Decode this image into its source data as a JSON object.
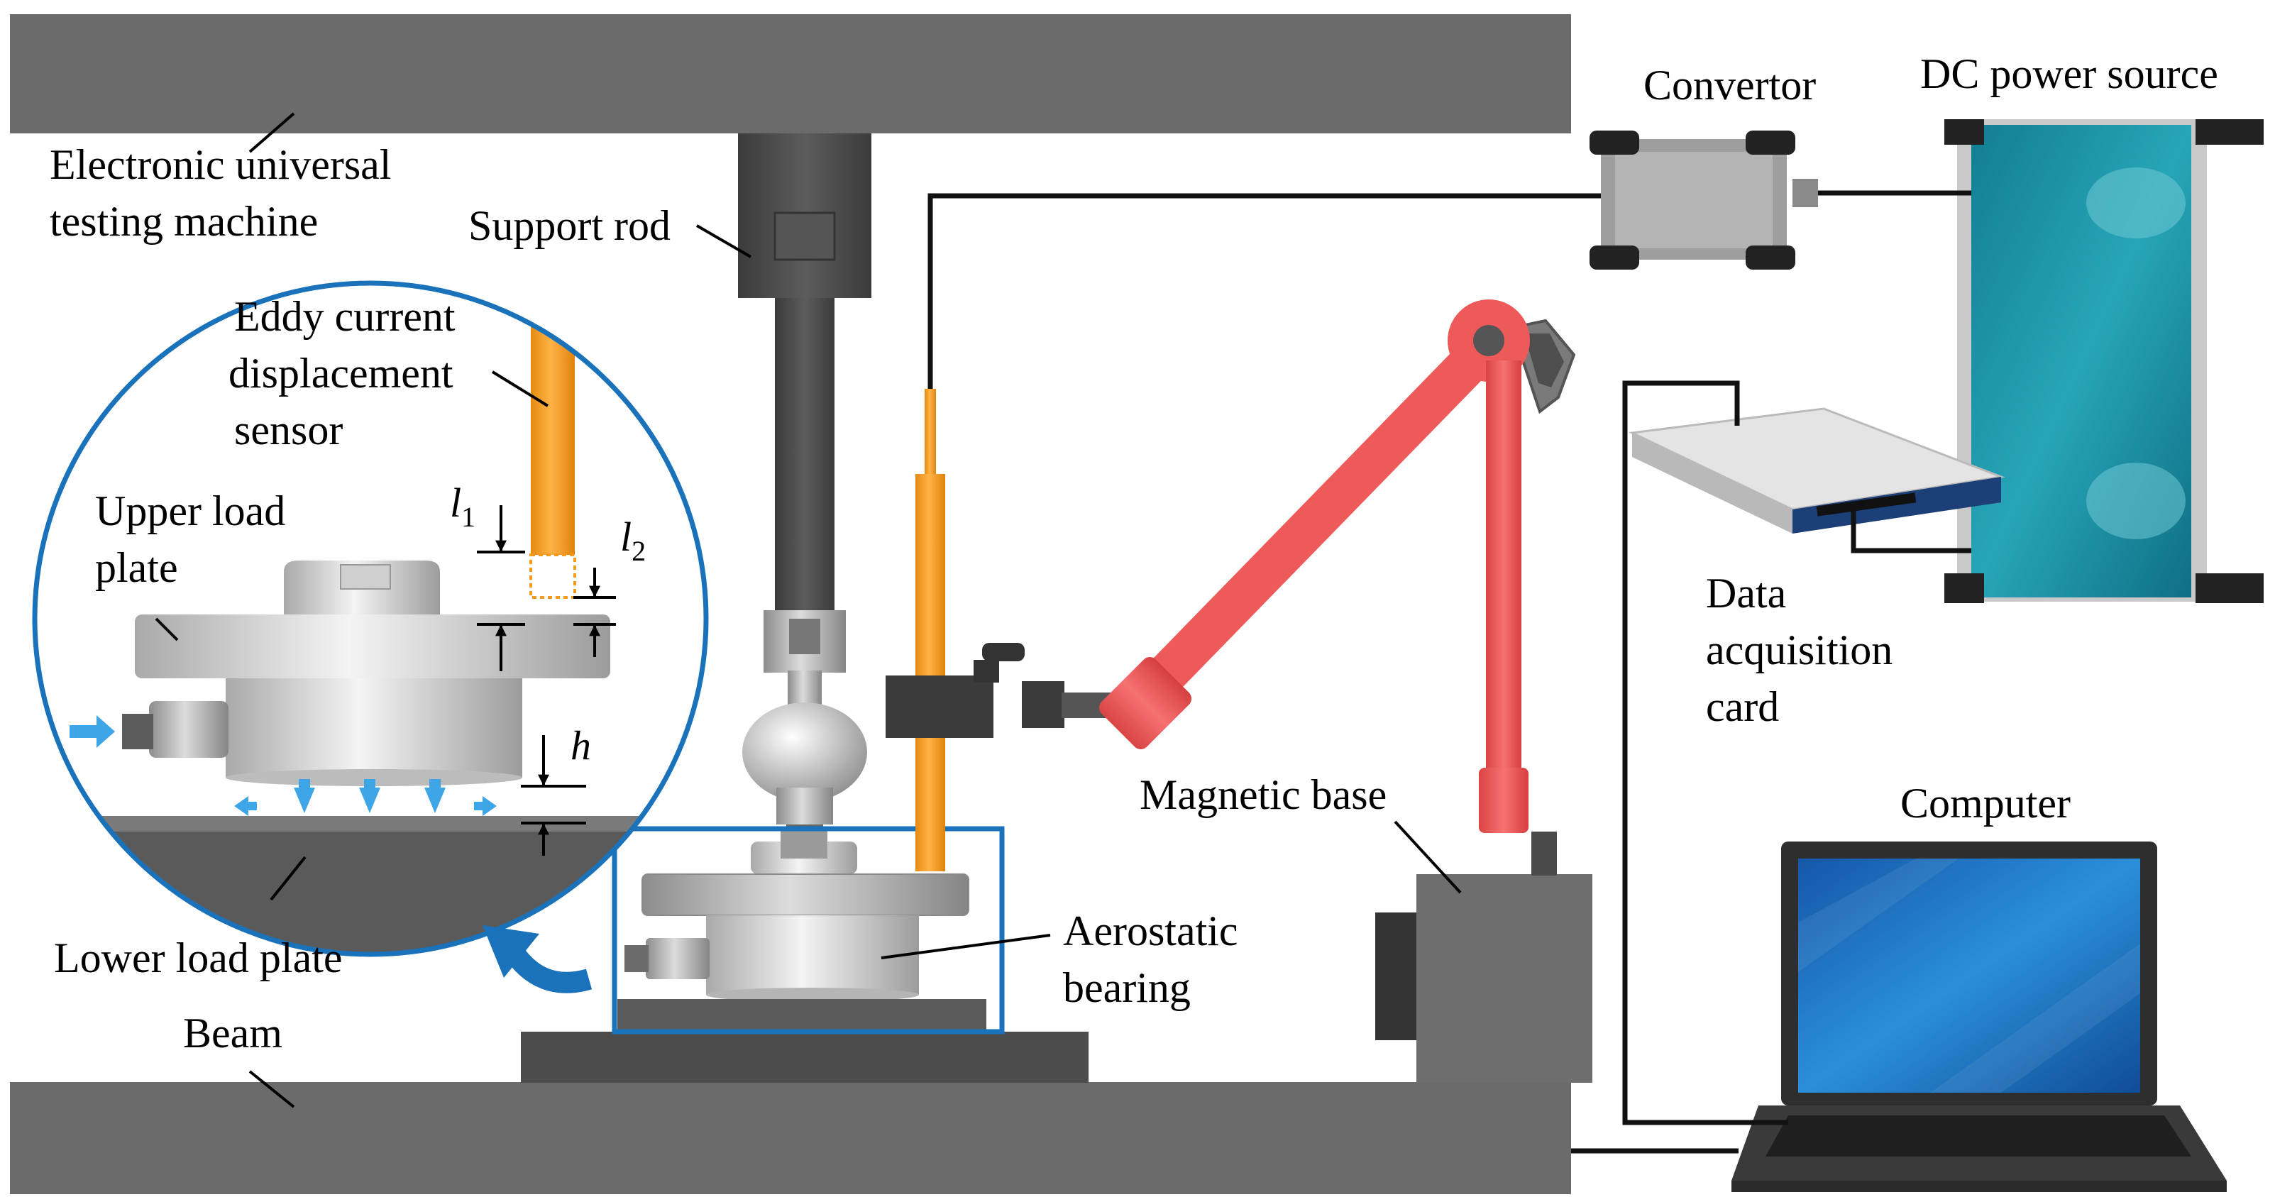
{
  "labels": {
    "testing_machine_1": "Electronic universal",
    "testing_machine_2": "testing machine",
    "support_rod": "Support rod",
    "eddy_1": "Eddy current",
    "eddy_2": "displacement",
    "eddy_3": "sensor",
    "upper_plate_1": "Upper load",
    "upper_plate_2": "plate",
    "lower_plate": "Lower load plate",
    "beam": "Beam",
    "aerostatic_1": "Aerostatic",
    "aerostatic_2": "bearing",
    "magnetic_base": "Magnetic base",
    "convertor": "Convertor",
    "dc_power": "DC power source",
    "daq_1": "Data",
    "daq_2": "acquisition",
    "daq_3": "card",
    "computer": "Computer"
  },
  "symbols": {
    "l1": "l",
    "l1_sub": "1",
    "l2": "l",
    "l2_sub": "2",
    "h": "h"
  },
  "colors": {
    "frame_gray": "#6b6b6b",
    "rod_dark": "#4a4a4a",
    "sensor_orange": "#f59a1d",
    "arm_red": "#ee5a5a",
    "highlight_blue": "#1a72bb",
    "air_arrow_blue": "#3ea5e6",
    "power_teal": "#1b8fa3",
    "laptop_screen": "#1e74c3"
  },
  "icons": {
    "zoom_arrow": "curved-arrow-icon",
    "air_inlet": "air-inlet-arrow-icon",
    "air_flow": "air-outflow-arrow-icon"
  }
}
